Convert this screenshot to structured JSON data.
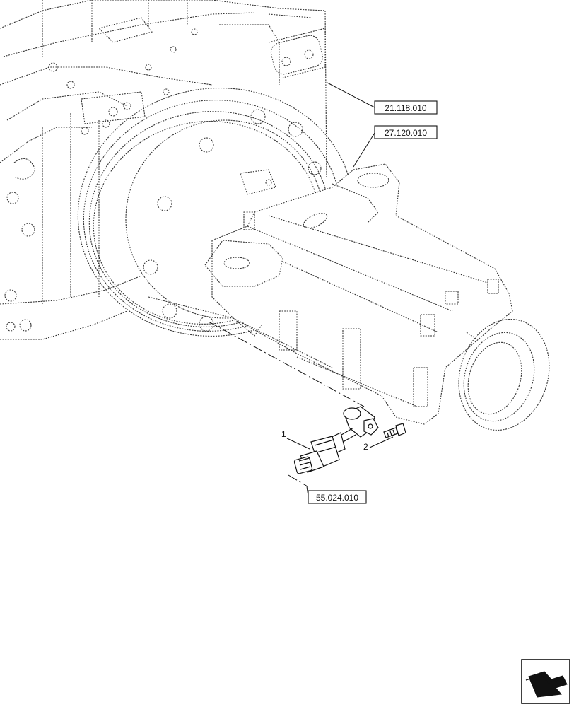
{
  "references": {
    "ref_a": "21.118.010",
    "ref_b": "27.120.010",
    "ref_c": "55.024.010"
  },
  "callouts": {
    "item_1": "1",
    "item_2": "2"
  },
  "icons": {
    "nav": "next-page-arrow-icon"
  },
  "colors": {
    "line": "#111111",
    "background": "#ffffff"
  }
}
